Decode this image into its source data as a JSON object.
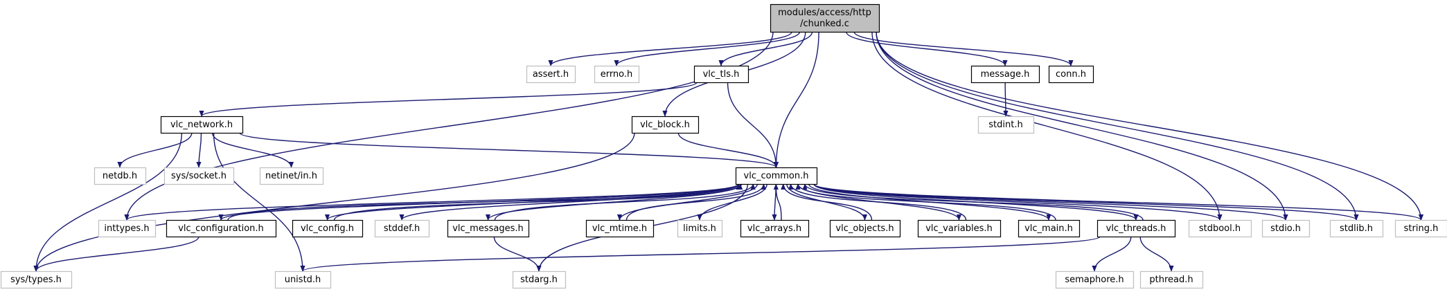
{
  "colors": {
    "edge": "#191970",
    "node_border": "#000000",
    "system_border": "#bfbfbf",
    "root_fill": "#bfbfbf",
    "node_fill": "#ffffff"
  },
  "nodes": [
    {
      "id": "chunked",
      "lines": [
        "modules/access/http",
        "/chunked.c"
      ],
      "style": "root"
    },
    {
      "id": "assert",
      "lines": [
        "assert.h"
      ],
      "style": "system"
    },
    {
      "id": "errno",
      "lines": [
        "errno.h"
      ],
      "style": "system"
    },
    {
      "id": "vlc_tls",
      "lines": [
        "vlc_tls.h"
      ],
      "style": "normal"
    },
    {
      "id": "message",
      "lines": [
        "message.h"
      ],
      "style": "normal"
    },
    {
      "id": "conn",
      "lines": [
        "conn.h"
      ],
      "style": "normal"
    },
    {
      "id": "stdint",
      "lines": [
        "stdint.h"
      ],
      "style": "system"
    },
    {
      "id": "vlc_network",
      "lines": [
        "vlc_network.h"
      ],
      "style": "normal"
    },
    {
      "id": "vlc_block",
      "lines": [
        "vlc_block.h"
      ],
      "style": "normal"
    },
    {
      "id": "netdb",
      "lines": [
        "netdb.h"
      ],
      "style": "system"
    },
    {
      "id": "sys_socket",
      "lines": [
        "sys/socket.h"
      ],
      "style": "system"
    },
    {
      "id": "netinet_in",
      "lines": [
        "netinet/in.h"
      ],
      "style": "system"
    },
    {
      "id": "vlc_common",
      "lines": [
        "vlc_common.h"
      ],
      "style": "normal"
    },
    {
      "id": "inttypes",
      "lines": [
        "inttypes.h"
      ],
      "style": "system"
    },
    {
      "id": "vlc_configuration",
      "lines": [
        "vlc_configuration.h"
      ],
      "style": "normal"
    },
    {
      "id": "vlc_config",
      "lines": [
        "vlc_config.h"
      ],
      "style": "normal"
    },
    {
      "id": "stddef",
      "lines": [
        "stddef.h"
      ],
      "style": "system"
    },
    {
      "id": "vlc_messages",
      "lines": [
        "vlc_messages.h"
      ],
      "style": "normal"
    },
    {
      "id": "vlc_mtime",
      "lines": [
        "vlc_mtime.h"
      ],
      "style": "normal"
    },
    {
      "id": "limits",
      "lines": [
        "limits.h"
      ],
      "style": "system"
    },
    {
      "id": "vlc_arrays",
      "lines": [
        "vlc_arrays.h"
      ],
      "style": "normal"
    },
    {
      "id": "vlc_objects",
      "lines": [
        "vlc_objects.h"
      ],
      "style": "normal"
    },
    {
      "id": "vlc_variables",
      "lines": [
        "vlc_variables.h"
      ],
      "style": "normal"
    },
    {
      "id": "vlc_main",
      "lines": [
        "vlc_main.h"
      ],
      "style": "normal"
    },
    {
      "id": "vlc_threads",
      "lines": [
        "vlc_threads.h"
      ],
      "style": "normal"
    },
    {
      "id": "stdbool",
      "lines": [
        "stdbool.h"
      ],
      "style": "system"
    },
    {
      "id": "stdio",
      "lines": [
        "stdio.h"
      ],
      "style": "system"
    },
    {
      "id": "stdlib",
      "lines": [
        "stdlib.h"
      ],
      "style": "system"
    },
    {
      "id": "string",
      "lines": [
        "string.h"
      ],
      "style": "system"
    },
    {
      "id": "sys_types",
      "lines": [
        "sys/types.h"
      ],
      "style": "system"
    },
    {
      "id": "unistd",
      "lines": [
        "unistd.h"
      ],
      "style": "system"
    },
    {
      "id": "stdarg",
      "lines": [
        "stdarg.h"
      ],
      "style": "system"
    },
    {
      "id": "semaphore",
      "lines": [
        "semaphore.h"
      ],
      "style": "system"
    },
    {
      "id": "pthread",
      "lines": [
        "pthread.h"
      ],
      "style": "system"
    }
  ],
  "edges": [
    [
      "chunked",
      "assert"
    ],
    [
      "chunked",
      "errno"
    ],
    [
      "chunked",
      "vlc_tls"
    ],
    [
      "chunked",
      "vlc_block"
    ],
    [
      "chunked",
      "vlc_common"
    ],
    [
      "chunked",
      "inttypes"
    ],
    [
      "chunked",
      "stdbool"
    ],
    [
      "chunked",
      "stdlib"
    ],
    [
      "chunked",
      "stdio"
    ],
    [
      "chunked",
      "string"
    ],
    [
      "chunked",
      "message"
    ],
    [
      "chunked",
      "conn"
    ],
    [
      "vlc_tls",
      "vlc_network"
    ],
    [
      "vlc_tls",
      "vlc_common"
    ],
    [
      "message",
      "stdint"
    ],
    [
      "vlc_network",
      "sys_types"
    ],
    [
      "vlc_network",
      "unistd"
    ],
    [
      "vlc_network",
      "netdb"
    ],
    [
      "vlc_network",
      "sys_socket"
    ],
    [
      "vlc_network",
      "netinet_in"
    ],
    [
      "vlc_network",
      "vlc_common"
    ],
    [
      "vlc_block",
      "sys_types"
    ],
    [
      "vlc_block",
      "vlc_common"
    ],
    [
      "vlc_common",
      "vlc_configuration"
    ],
    [
      "vlc_common",
      "vlc_config"
    ],
    [
      "vlc_common",
      "stddef"
    ],
    [
      "vlc_common",
      "vlc_messages"
    ],
    [
      "vlc_common",
      "vlc_mtime"
    ],
    [
      "vlc_common",
      "limits"
    ],
    [
      "vlc_common",
      "vlc_arrays"
    ],
    [
      "vlc_common",
      "vlc_objects"
    ],
    [
      "vlc_common",
      "vlc_variables"
    ],
    [
      "vlc_common",
      "vlc_main"
    ],
    [
      "vlc_common",
      "vlc_threads"
    ],
    [
      "vlc_common",
      "stdbool"
    ],
    [
      "vlc_common",
      "stdio"
    ],
    [
      "vlc_common",
      "stdlib"
    ],
    [
      "vlc_common",
      "string"
    ],
    [
      "vlc_common",
      "inttypes"
    ],
    [
      "vlc_common",
      "stdarg"
    ],
    [
      "vlc_configuration",
      "vlc_common"
    ],
    [
      "vlc_configuration",
      "sys_types"
    ],
    [
      "vlc_config",
      "vlc_common"
    ],
    [
      "vlc_messages",
      "vlc_common"
    ],
    [
      "vlc_messages",
      "stdarg"
    ],
    [
      "vlc_mtime",
      "vlc_common"
    ],
    [
      "vlc_arrays",
      "vlc_common"
    ],
    [
      "vlc_objects",
      "vlc_common"
    ],
    [
      "vlc_variables",
      "vlc_common"
    ],
    [
      "vlc_main",
      "vlc_common"
    ],
    [
      "vlc_threads",
      "vlc_common"
    ],
    [
      "vlc_threads",
      "unistd"
    ],
    [
      "vlc_threads",
      "semaphore"
    ],
    [
      "vlc_threads",
      "pthread"
    ]
  ]
}
